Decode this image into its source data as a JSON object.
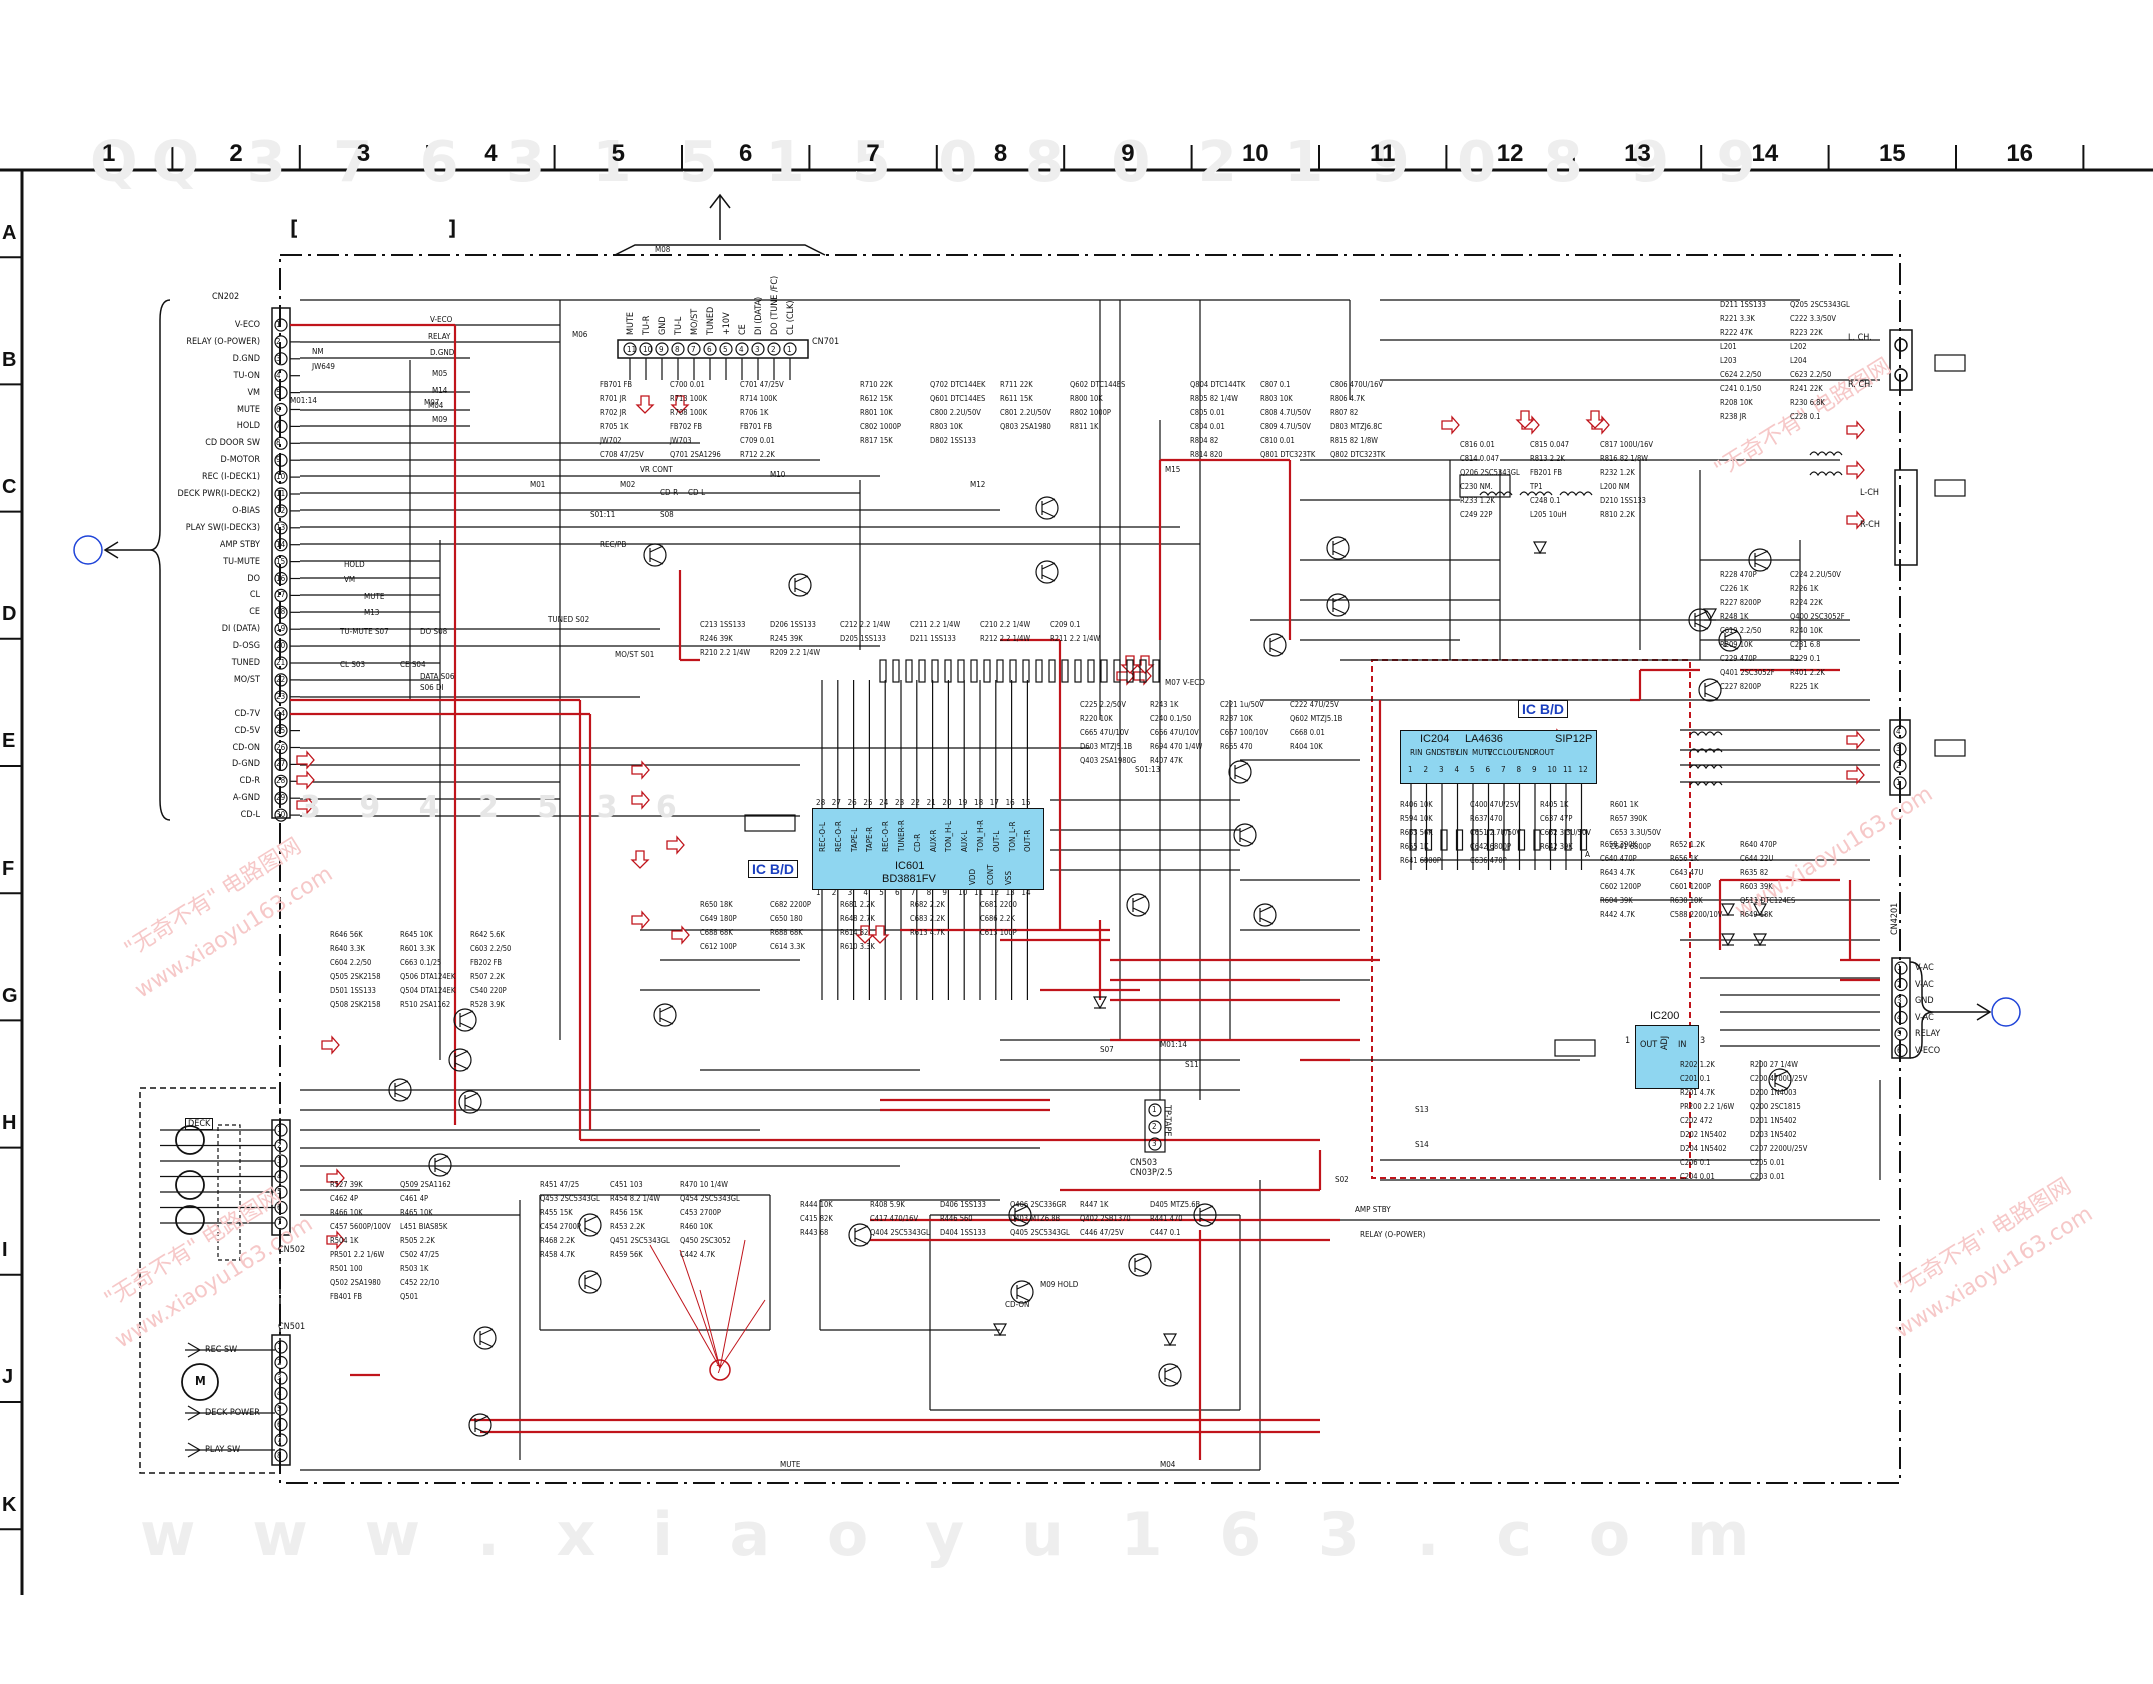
{
  "grid": {
    "columns": [
      "1",
      "2",
      "3",
      "4",
      "5",
      "6",
      "7",
      "8",
      "9",
      "10",
      "11",
      "12",
      "13",
      "14",
      "15",
      "16"
    ],
    "rows": [
      "A",
      "B",
      "C",
      "D",
      "E",
      "F",
      "G",
      "H",
      "I",
      "J",
      "K"
    ]
  },
  "watermarks": {
    "top_row": "QQ 3 7 6 3 1 5 1 5 0 8 0 2 1 9 0 8 9 9",
    "bottom_row": "w w w . x i a o y u 1 6 3 . c o m",
    "mid_row": "3 9 4 2 5 3 6",
    "diag_cn": "\"无奇不有\" 电路图网",
    "diag_url": "www.xiaoyu163.com"
  },
  "brackets": {
    "left": "[",
    "right": "]"
  },
  "connectors": {
    "cn202": {
      "name": "CN202",
      "pins": [
        "V-ECO",
        "RELAY (O-POWER)",
        "D.GND",
        "TU-ON",
        "VM",
        "MUTE",
        "HOLD",
        "CD DOOR SW",
        "D-MOTOR",
        "REC (I-DECK1)",
        "DECK PWR(I-DECK2)",
        "O-BIAS",
        "PLAY SW(I-DECK3)",
        "AMP STBY",
        "TU-MUTE",
        "DO",
        "CL",
        "CE",
        "DI (DATA)",
        "D-OSG",
        "TUNED",
        "MO/ST",
        "CD-7V",
        "CD-5V",
        "CD-ON",
        "D-GND",
        "CD-R",
        "A-GND",
        "CD-L"
      ],
      "numbers": [
        "1",
        "2",
        "3",
        "4",
        "5",
        "6",
        "7",
        "8",
        "9",
        "10",
        "11",
        "12",
        "13",
        "14",
        "15",
        "16",
        "17",
        "18",
        "19",
        "20",
        "21",
        "22",
        "23",
        "24",
        "25",
        "26",
        "27",
        "28",
        "29",
        "30"
      ]
    },
    "cn701": {
      "name": "CN701",
      "pins": [
        "MUTE",
        "TU-R",
        "GND",
        "TU-L",
        "MO/ST",
        "TUNED",
        "+10V",
        "CE",
        "DI (DATA)",
        "DO (TUNE /FC)",
        "CL (CLK)"
      ],
      "numbers": [
        "11",
        "10",
        "9",
        "8",
        "7",
        "6",
        "5",
        "4",
        "3",
        "2",
        "1"
      ]
    },
    "cn4201": {
      "name": "CN4201",
      "pins": [
        "V-AC",
        "V-AC",
        "GND",
        "V-AC",
        "RELAY",
        "V-ECO"
      ],
      "numbers": [
        "1",
        "2",
        "3",
        "4",
        "5",
        "6"
      ]
    },
    "cn502": {
      "name": "CN502",
      "numbers": [
        "1",
        "2",
        "3",
        "4",
        "5",
        "6",
        "7"
      ],
      "deck": "DECK"
    },
    "cn501": {
      "name": "CN501",
      "pins": [
        "REC SW",
        "DECK POWER",
        "PLAY SW"
      ],
      "numbers": [
        "1",
        "2",
        "3",
        "4",
        "5",
        "6",
        "7",
        "8"
      ],
      "motor": "M"
    },
    "cn503": {
      "name": "CN503",
      "label": "TP-TAPE",
      "value": "CN03P/2.5",
      "numbers": [
        "1",
        "2",
        "3"
      ]
    },
    "speaker": {
      "l": "L. CH.",
      "r": "R. CH."
    },
    "head_out": {
      "l": "L-CH",
      "r": "R-CH"
    },
    "right_pins": [
      "4",
      "3",
      "2",
      "1"
    ]
  },
  "ics": {
    "ic601": {
      "ref": "IC601",
      "part": "BD3881FV",
      "bd": "IC B/D",
      "pins_top": [
        "REC-O-L",
        "REC-O-R",
        "TAPE-L",
        "TAPE-R",
        "REC-O-R",
        "TUNER-R",
        "CD-R",
        "AUX-R",
        "TON_H-L",
        "AUX-L",
        "TON_H-R",
        "OUT-L",
        "TON_L-R",
        "OUT-R"
      ],
      "pins_bottom": [
        "VDD",
        "CONT",
        "VSS"
      ],
      "numbers_top": [
        "28",
        "27",
        "26",
        "25",
        "24",
        "23",
        "22",
        "21",
        "20",
        "19",
        "18",
        "17",
        "16",
        "15"
      ],
      "numbers_bottom": [
        "1",
        "2",
        "3",
        "4",
        "5",
        "6",
        "7",
        "8",
        "9",
        "10",
        "11",
        "12",
        "13",
        "14"
      ]
    },
    "ic204": {
      "ref": "IC204",
      "part": "LA4636",
      "pkg": "SIP12P",
      "bd": "IC B/D",
      "pins": [
        "RIN",
        "GND",
        "STBY",
        "LIN",
        "MUTE",
        "VCC",
        "LOUT",
        "GND",
        "ROUT"
      ],
      "numbers": [
        "1",
        "2",
        "3",
        "4",
        "5",
        "6",
        "7",
        "8",
        "9",
        "10",
        "11",
        "12"
      ]
    },
    "ic200": {
      "ref": "IC200",
      "out": "OUT",
      "adj": "ADJ",
      "in": "IN",
      "n1": "1",
      "n3": "3"
    }
  },
  "labels": {
    "nets": [
      "V-ECO",
      "RELAY",
      "D.GND",
      "NM",
      "JW649",
      "M01:14",
      "M07",
      "M05",
      "M14",
      "M04",
      "M09",
      "HOLD",
      "VM",
      "MUTE",
      "M13",
      "TU-MUTE S07",
      "DO S08",
      "CL S03",
      "CE S04",
      "DATA S06",
      "S06 DI",
      "TUNED S02",
      "MO/ST S01",
      "S08",
      "S01:11",
      "VR CONT",
      "M02",
      "M01",
      "CD-R",
      "CD-L",
      "REC/PB",
      "M06",
      "M08",
      "M10",
      "M12",
      "M15",
      "S01:13",
      "S07",
      "S11",
      "S02",
      "S13",
      "S14",
      "AMP STBY",
      "RELAY (O-POWER)",
      "M07 V-ECO",
      "M01:14",
      "M09 HOLD",
      "M04",
      "MUTE",
      "A",
      "CD-ON"
    ],
    "components": [
      "FB701 FB",
      "C700 0.01",
      "C701 47/25V",
      "R701 JR",
      "R713 100K",
      "R714 100K",
      "R702 JR",
      "R708 100K",
      "R706 1K",
      "R705 1K",
      "FB702 FB",
      "FB701 FB",
      "JW702",
      "JW703",
      "C709 0.01",
      "C708 47/25V",
      "Q701 2SA1296",
      "R712 2.2K",
      "R710 22K",
      "Q702 DTC144EK",
      "R711 22K",
      "Q602 DTC144ES",
      "R612 15K",
      "Q601 DTC144ES",
      "R611 15K",
      "R800 10K",
      "R801 10K",
      "C800 2.2U/50V",
      "C801 2.2U/50V",
      "R802 1000P",
      "C802 1000P",
      "R803 10K",
      "Q803 2SA1980",
      "R811 1K",
      "R817 15K",
      "D802 1SS133",
      "Q804 DTC144TK",
      "C807 0.1",
      "C806 470U/16V",
      "R805 82 1/4W",
      "R803 10K",
      "R806 4.7K",
      "C805 0.01",
      "C808 4.7U/50V",
      "R807 82",
      "C804 0.01",
      "C809 4.7U/50V",
      "D803 MTZJ6.8C",
      "R804 82",
      "C810 0.01",
      "R815 82 1/8W",
      "R814 820",
      "Q801 DTC323TK",
      "Q802 DTC323TK",
      "C816 0.01",
      "C815 0.047",
      "C817 100U/16V",
      "C814 0.047",
      "R813 2.2K",
      "R816 82 1/8W",
      "Q206 2SC5343GL",
      "FB201 FB",
      "R232 1.2K",
      "C230 NM.",
      "TP1",
      "L200 NM",
      "R233 1.2K",
      "C248 0.1",
      "D210 1SS133",
      "C249 22P",
      "L205 10uH",
      "R810 2.2K",
      "D211 1SS133",
      "Q205 2SC5343GL",
      "R221 3.3K",
      "C222 3.3/50V",
      "R222 47K",
      "R223 22K",
      "L201",
      "L202",
      "L203",
      "L204",
      "C624 2.2/50",
      "C623 2.2/50",
      "C241 0.1/50",
      "R241 22K",
      "R208 10K",
      "R230 6.8K",
      "R238 JR",
      "C228 0.1",
      "R228 470P",
      "C224 2.2U/50V",
      "C226 1K",
      "R226 1K",
      "R227 8200P",
      "R224 22K",
      "R248 1K",
      "Q400 2SC3052F",
      "C619 2.2/50",
      "R240 10K",
      "R209 10K",
      "C231 6.8",
      "C229 470P",
      "R229 0.1",
      "Q401 2SC3052F",
      "R401 2.2K",
      "C227 8200P",
      "R225 1K",
      "C225 2.2/50V",
      "R243 1K",
      "C221 1u/50V",
      "C222 47U/25V",
      "R220 10K",
      "C240 0.1/50",
      "R237 10K",
      "Q602 MTZJ5.1B",
      "C665 47U/10V",
      "C666 47U/10V",
      "C667 100/10V",
      "C668 0.01",
      "D603 MTZJ5.1B",
      "R694 470 1/4W",
      "R665 470",
      "R404 10K",
      "Q403 2SA1980G",
      "R407 47K",
      "R406 10K",
      "C400 47U/25V",
      "R405 1K",
      "R601 1K",
      "R594 10K",
      "R637 470",
      "C637 47P",
      "R657 390K",
      "R653 56K",
      "C651 2.7U/50V",
      "C652 3.3U/50V",
      "C653 3.3U/50V",
      "R655 1K",
      "C642 6800P",
      "R642 39K",
      "C641 6800P",
      "R641 6800P",
      "C636 470P",
      "R658 390K",
      "R652 1.2K",
      "R640 470P",
      "C640 470P",
      "R656 1K",
      "C644 22U",
      "R643 4.7K",
      "C643 47U",
      "R635 82",
      "C602 1200P",
      "C601 1200P",
      "R603 39K",
      "R604 39K",
      "R630 10K",
      "Q511 DTC124ES",
      "R442 4.7K",
      "C588 2200/10V",
      "R649 18K",
      "R650 18K",
      "C682 2200P",
      "R681 2.2K",
      "R682 2.2K",
      "C681 2200",
      "C649 180P",
      "C650 180",
      "R648 2.7K",
      "C683 2.2K",
      "C686 2.2K",
      "C688 68K",
      "R688 68K",
      "R614 82",
      "R613 4.7K",
      "C613 100P",
      "C612 100P",
      "C614 3.3K",
      "R610 3.3K",
      "R646 56K",
      "R645 10K",
      "R642 5.6K",
      "R640 3.3K",
      "R601 3.3K",
      "C603 2.2/50",
      "C604 2.2/50",
      "C663 0.1/25",
      "FB202 FB",
      "Q505 2SK2158",
      "Q506 DTA124EK",
      "R507 2.2K",
      "D501 1SS133",
      "Q504 DTA124EK",
      "C540 220P",
      "Q508 2SK2158",
      "R510 2SA1162",
      "R528 3.9K",
      "R527 39K",
      "Q509 2SA1162",
      "C462 4P",
      "C461 4P",
      "R466 10K",
      "R465 10K",
      "C457 5600P/100V",
      "L451 BIAS85K",
      "R504 1K",
      "R505 2.2K",
      "PR501 2.2 1/6W",
      "C502 47/25",
      "R501 100",
      "R503 1K",
      "Q502 2SA1980",
      "C452 22/10",
      "FB401 FB",
      "Q501",
      "R451 47/25",
      "C451 103",
      "R470 10 1/4W",
      "Q453 2SC5343GL",
      "R454 8.2 1/4W",
      "Q454 2SC5343GL",
      "R455 15K",
      "R456 15K",
      "C453 2700P",
      "C454 2700P",
      "R453 2.2K",
      "R460 10K",
      "R468 2.2K",
      "Q451 2SC5343GL",
      "Q450 2SC3052",
      "R458 4.7K",
      "R459 56K",
      "C442 4.7K",
      "R444 10K",
      "R408 5.9K",
      "D406 1SS133",
      "Q406 2SC336GR",
      "R447 1K",
      "D405 MTZ5.6B",
      "C415 82K",
      "C417 470/16V",
      "R446 560",
      "D403 MTZ6.8B",
      "Q402 2SB1370",
      "R441 470",
      "R443 68",
      "Q404 2SC5343GL",
      "D404 1SS133",
      "Q405 2SC5343GL",
      "C446 47/25V",
      "C447 0.1",
      "R202 1.2K",
      "R200 27 1/4W",
      "C201 0.1",
      "C200 4700U/25V",
      "R201 4.7K",
      "D200 1N4003",
      "PR200 2.2 1/6W",
      "Q200 2SC1815",
      "C202 472",
      "D201 1N5402",
      "D202 1N5402",
      "D203 1N5402",
      "D204 1N5402",
      "C207 2200U/25V",
      "C206 0.1",
      "C205 0.01",
      "C204 0.01",
      "C203 0.01",
      "C213 1SS133",
      "D206 1SS133",
      "C212 2.2 1/4W",
      "C211 2.2 1/4W",
      "C210 2.2 1/4W",
      "C209 0.1",
      "R246 39K",
      "R245 39K",
      "D205 1SS133",
      "D211 1SS133",
      "R212 2.2 1/4W",
      "R211 2.2 1/4W",
      "R210 2.2 1/4W",
      "R209 2.2 1/4W"
    ]
  },
  "circle_marker": "7",
  "colors": {
    "ink": "#111111",
    "red_path": "#c0141b",
    "ic_fill": "#8fd6f0",
    "bd_text": "#1a3fbf",
    "marker_blue": "#1f44d8"
  }
}
